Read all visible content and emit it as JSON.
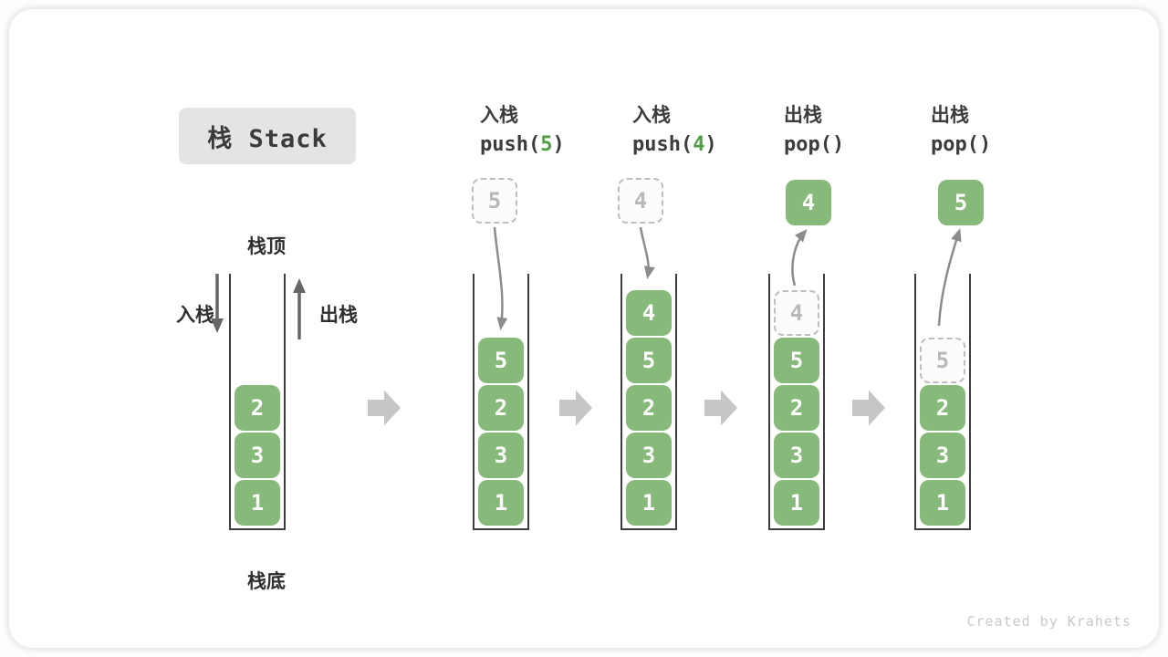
{
  "title": "栈 Stack",
  "watermark": "Created by Krahets",
  "labels": {
    "stack_top": "栈顶",
    "stack_bottom": "栈底",
    "push": "入栈",
    "pop": "出栈"
  },
  "columns": [
    {
      "name": "入栈",
      "code_pre": "push(",
      "code_arg": "5",
      "code_post": ")"
    },
    {
      "name": "入栈",
      "code_pre": "push(",
      "code_arg": "4",
      "code_post": ")"
    },
    {
      "name": "出栈",
      "code_pre": "pop(",
      "code_arg": "",
      "code_post": ")"
    },
    {
      "name": "出栈",
      "code_pre": "pop(",
      "code_arg": "",
      "code_post": ")"
    }
  ],
  "stacks": [
    {
      "items": [
        {
          "value": "1"
        },
        {
          "value": "3"
        },
        {
          "value": "2"
        }
      ]
    },
    {
      "items": [
        {
          "value": "1"
        },
        {
          "value": "3"
        },
        {
          "value": "2"
        },
        {
          "value": "5"
        }
      ],
      "floating": {
        "value": "5",
        "ghost": true,
        "role": "incoming"
      }
    },
    {
      "items": [
        {
          "value": "1"
        },
        {
          "value": "3"
        },
        {
          "value": "2"
        },
        {
          "value": "5"
        },
        {
          "value": "4"
        }
      ],
      "floating": {
        "value": "4",
        "ghost": true,
        "role": "incoming"
      }
    },
    {
      "items": [
        {
          "value": "1"
        },
        {
          "value": "3"
        },
        {
          "value": "2"
        },
        {
          "value": "5"
        },
        {
          "value": "4",
          "ghost": true
        }
      ],
      "floating": {
        "value": "4",
        "ghost": false,
        "role": "popped"
      }
    },
    {
      "items": [
        {
          "value": "1"
        },
        {
          "value": "3"
        },
        {
          "value": "2"
        },
        {
          "value": "5",
          "ghost": true
        }
      ],
      "floating": {
        "value": "5",
        "ghost": false,
        "role": "popped"
      }
    }
  ],
  "colors": {
    "box_green": "#87b97a",
    "code_arg_green": "#4f9e43",
    "curve_arrow": "#8c8c8c",
    "side_arrow": "#666666",
    "block_arrow": "#c6c6c6",
    "ghost_gray": "#bdbdbd",
    "text_dark": "#3c3c3c",
    "title_bg": "#e4e4e4"
  }
}
